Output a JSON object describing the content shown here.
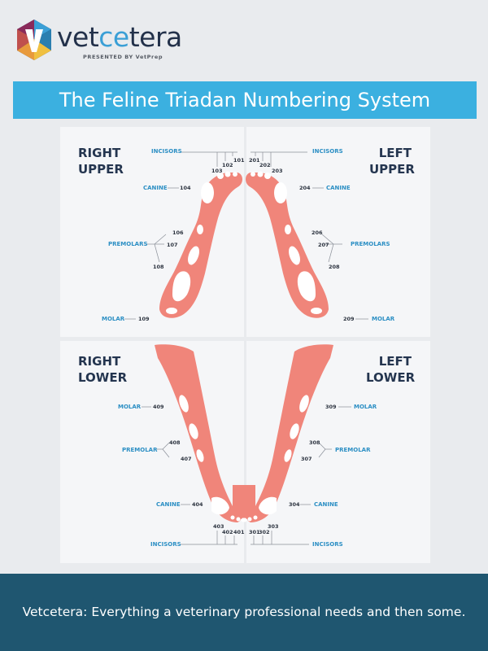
{
  "header": {
    "brand_prefix": "vet",
    "brand_mid": "ce",
    "brand_suffix": "tera",
    "presented_by": "PRESENTED BY VetPrep"
  },
  "title": "The Feline Triadan Numbering System",
  "quadrants": {
    "right_upper": {
      "line1": "RIGHT",
      "line2": "UPPER",
      "labels": {
        "incisors": "INCISORS",
        "canine": "CANINE",
        "premolars": "PREMOLARS",
        "molar": "MOLAR"
      },
      "numbers": {
        "n101": "101",
        "n102": "102",
        "n103": "103",
        "n104": "104",
        "n106": "106",
        "n107": "107",
        "n108": "108",
        "n109": "109"
      }
    },
    "left_upper": {
      "line1": "LEFT",
      "line2": "UPPER",
      "labels": {
        "incisors": "INCISORS",
        "canine": "CANINE",
        "premolars": "PREMOLARS",
        "molar": "MOLAR"
      },
      "numbers": {
        "n201": "201",
        "n202": "202",
        "n203": "203",
        "n204": "204",
        "n206": "206",
        "n207": "207",
        "n208": "208",
        "n209": "209"
      }
    },
    "right_lower": {
      "line1": "RIGHT",
      "line2": "LOWER",
      "labels": {
        "molar": "MOLAR",
        "premolar": "PREMOLAR",
        "canine": "CANINE",
        "incisors": "INCISORS"
      },
      "numbers": {
        "n409": "409",
        "n408": "408",
        "n407": "407",
        "n404": "404",
        "n403": "403",
        "n402": "402",
        "n401": "401"
      }
    },
    "left_lower": {
      "line1": "LEFT",
      "line2": "LOWER",
      "labels": {
        "molar": "MOLAR",
        "premolar": "PREMOLAR",
        "canine": "CANINE",
        "incisors": "INCISORS"
      },
      "numbers": {
        "n309": "309",
        "n308": "308",
        "n307": "307",
        "n304": "304",
        "n301": "301",
        "n302": "302",
        "n303": "303"
      }
    }
  },
  "footer": "Vetcetera: Everything a veterinary professional needs and then some.",
  "colors": {
    "title_bar": "#3bb0e0",
    "footer": "#1f5670",
    "jaw": "#f0857a",
    "label": "#2c8fc4",
    "heading": "#24354f"
  },
  "icons": {
    "logo": "hexagon-v-logo-icon"
  }
}
